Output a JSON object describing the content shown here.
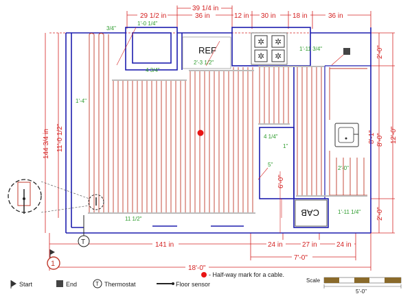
{
  "dimensions": {
    "top_left_total": "39 1/4 in",
    "top_29": "29 1/2 in",
    "top_36a": "36 in",
    "top_12": "12 in",
    "top_30": "30 in",
    "top_18": "18 in",
    "top_36b": "36 in",
    "bottom_141": "141 in",
    "bottom_24a": "24 in",
    "bottom_27": "27 in",
    "bottom_24b": "24 in",
    "bottom_7ft": "7'-0\"",
    "bottom_18ft": "18'-0\"",
    "left_144": "144 3/4 in",
    "left_11ft": "11'-0 1/2\"",
    "right_2ft_top": "2'-0\"",
    "right_8ft": "8'-0\"",
    "right_12ft": "12'-0\"",
    "right_81": "8'-1\"",
    "right_2ft_bot": "2'-0\"",
    "inner_6ft": "6'-0\""
  },
  "annotations": {
    "a_3_4": "3/4\"",
    "a_1_0_1_4": "1'-0 1/4\"",
    "a_4_3_4": "4 3/4\"",
    "a_2_3_1_2": "2'-3 1/2\"",
    "a_1_11_3_4": "1'-11 3/4\"",
    "a_1_4": "1'-4\"",
    "a_4_1_4": "4 1/4\"",
    "a_1": "1\"",
    "a_5": "5\"",
    "a_2_0": "2'-0\"",
    "a_1_11_1_4": "1'-11 1/4\"",
    "a_11_1_2": "11 1/2\""
  },
  "labels": {
    "ref": "REF",
    "cab": "CAB",
    "view_number": "1",
    "thermostat_symbol": "T"
  },
  "legend": {
    "start": "Start",
    "end": "End",
    "thermostat": "Thermostat",
    "floor_sensor": "Floor sensor",
    "halfway": "- Half-way mark for a cable.",
    "scale": "Scale",
    "scale_value": "5'-0\""
  },
  "colors": {
    "wall": "#1c1cae",
    "cable": "#c0392b",
    "dimension": "#d42020",
    "note": "#2a9a2a"
  }
}
